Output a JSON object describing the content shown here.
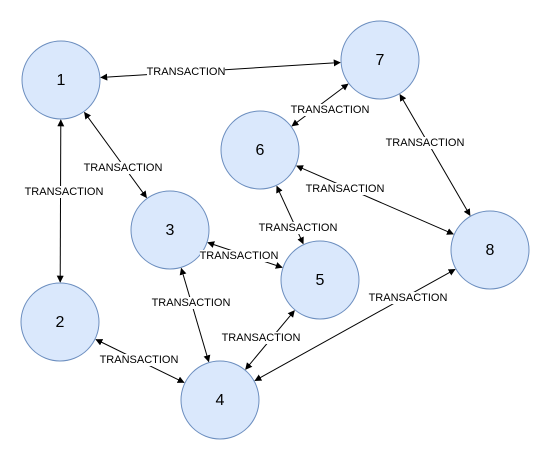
{
  "colors": {
    "node_fill": "#dae8fc",
    "node_stroke": "#6c8ebf",
    "edge": "#000000",
    "label_bg": "#ffffff"
  },
  "nodes": [
    {
      "id": "1",
      "label": "1"
    },
    {
      "id": "2",
      "label": "2"
    },
    {
      "id": "3",
      "label": "3"
    },
    {
      "id": "4",
      "label": "4"
    },
    {
      "id": "5",
      "label": "5"
    },
    {
      "id": "6",
      "label": "6"
    },
    {
      "id": "7",
      "label": "7"
    },
    {
      "id": "8",
      "label": "8"
    }
  ],
  "edges": [
    {
      "from": "1",
      "to": "7",
      "label": "TRANSACTION"
    },
    {
      "from": "1",
      "to": "2",
      "label": "TRANSACTION"
    },
    {
      "from": "1",
      "to": "3",
      "label": "TRANSACTION"
    },
    {
      "from": "7",
      "to": "6",
      "label": "TRANSACTION"
    },
    {
      "from": "7",
      "to": "8",
      "label": "TRANSACTION"
    },
    {
      "from": "6",
      "to": "8",
      "label": "TRANSACTION"
    },
    {
      "from": "6",
      "to": "5",
      "label": "TRANSACTION"
    },
    {
      "from": "3",
      "to": "5",
      "label": "TRANSACTION"
    },
    {
      "from": "3",
      "to": "4",
      "label": "TRANSACTION"
    },
    {
      "from": "5",
      "to": "4",
      "label": "TRANSACTION"
    },
    {
      "from": "8",
      "to": "4",
      "label": "TRANSACTION"
    },
    {
      "from": "2",
      "to": "4",
      "label": "TRANSACTION"
    }
  ]
}
